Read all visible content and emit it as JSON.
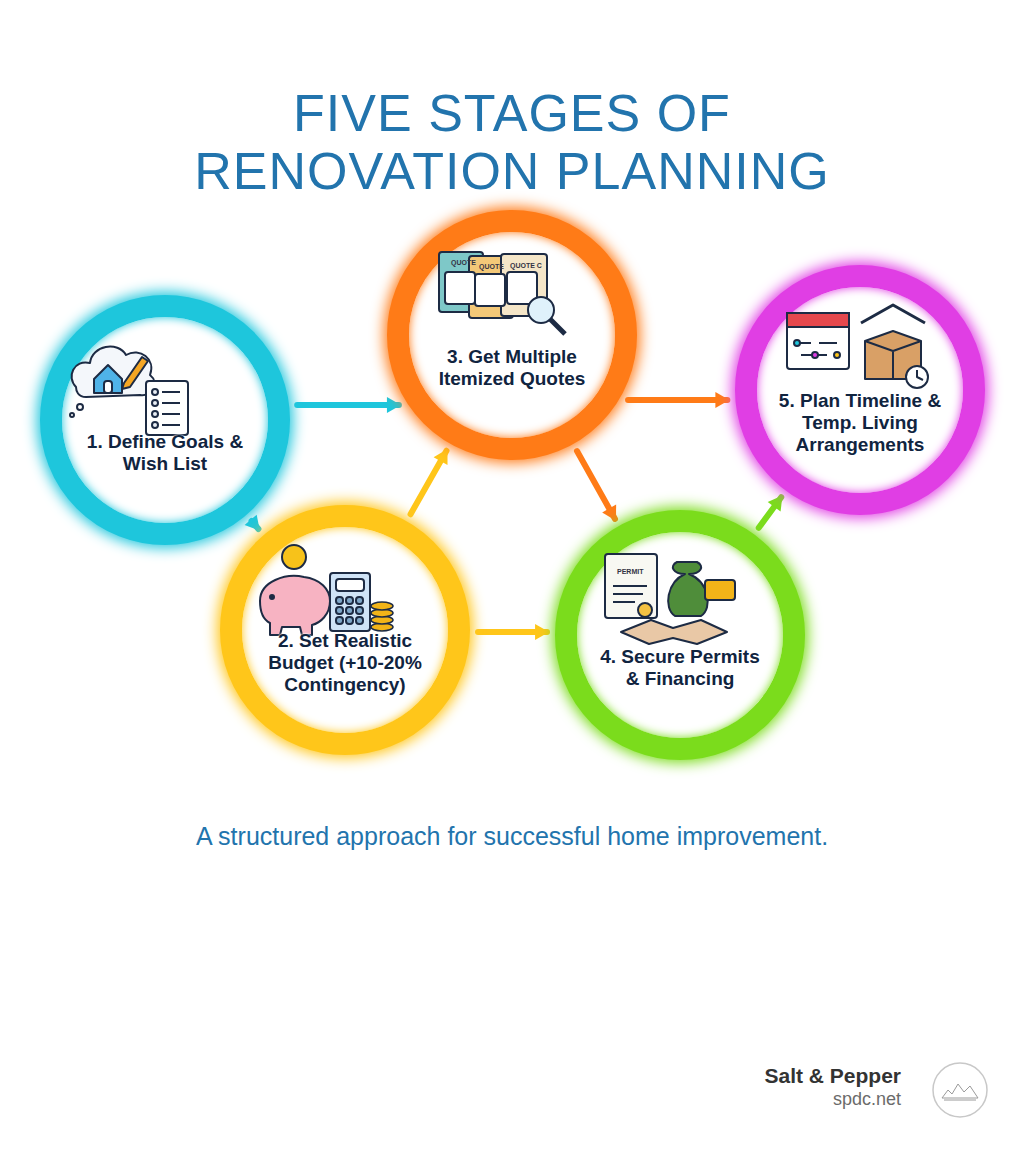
{
  "diagram": {
    "title": "FIVE STAGES OF RENOVATION PLANNING",
    "caption": "A structured approach for successful home improvement.",
    "nodes": [
      {
        "text": [
          "1. Define Goals & Wish List"
        ]
      },
      {
        "text": [
          "2. Set Realistic Budget (+10-20% Contingency)"
        ]
      },
      {
        "text": [
          "3. Get Multiple Itemized Quotes"
        ]
      },
      {
        "text": [
          "4. Secure Permits & Financing"
        ]
      },
      {
        "text": [
          "5. Plan Timeline & Temp. Living Arrangements"
        ]
      }
    ],
    "edges": [
      {
        "from": 0,
        "to": 2,
        "arrow": "to"
      },
      {
        "from": 0,
        "to": 1,
        "arrow": "to"
      },
      {
        "from": 1,
        "to": 2,
        "arrow": "to"
      },
      {
        "from": 1,
        "to": 3,
        "arrow": "to"
      },
      {
        "from": 2,
        "to": 4,
        "arrow": "to"
      },
      {
        "from": 2,
        "to": 3,
        "arrow": "to"
      },
      {
        "from": 3,
        "to": 4,
        "arrow": "to"
      }
    ],
    "labels": [
      "QUOTE",
      "QUOTE",
      "QUOTE C",
      "PERMIT",
      "Salt & Pepper",
      "spdc.net"
    ]
  }
}
